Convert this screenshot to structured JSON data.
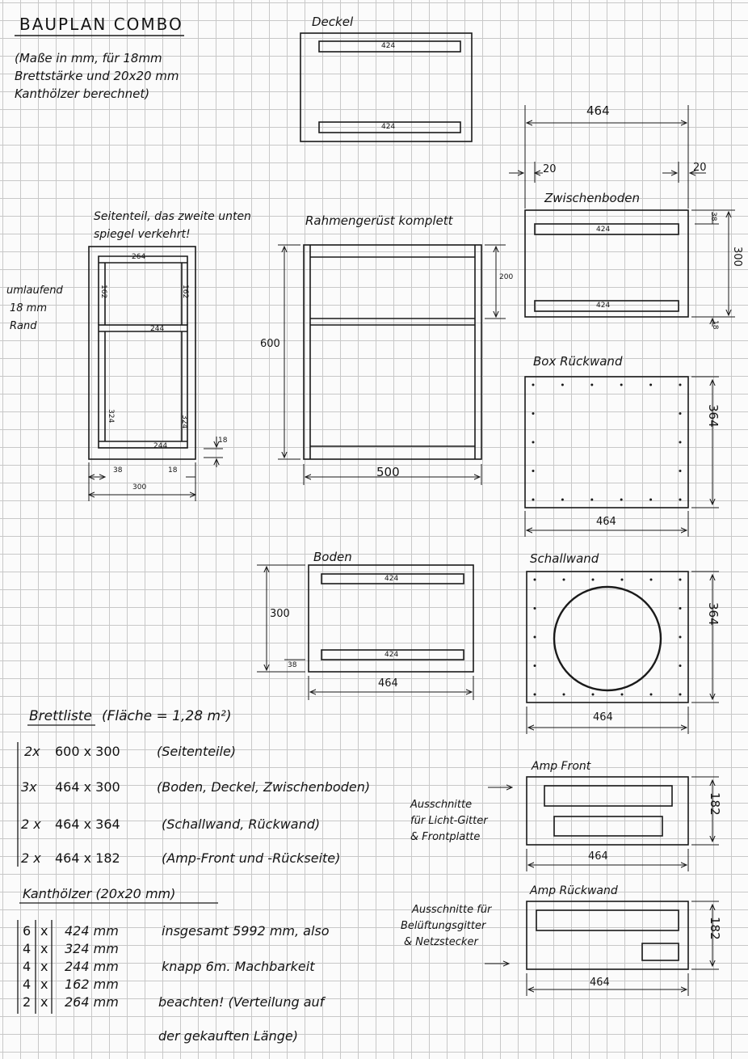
{
  "header": {
    "title": "BAUPLAN COMBO",
    "note": [
      "(Maße in mm, für 18mm",
      "Brettstärke und 20x20 mm",
      "Kanthölzer berechnet)"
    ]
  },
  "deckel": {
    "label": "Deckel",
    "rail_top": "424",
    "rail_bottom": "424"
  },
  "seitenteil": {
    "label": [
      "Seitenteil, das zweite unten",
      "spiegel verkehrt!"
    ],
    "note": [
      "umlaufend",
      "18 mm",
      "Rand"
    ],
    "top": "264",
    "left": "162",
    "right": "162",
    "mid": "244",
    "low_left": "324",
    "low_right": "324",
    "bottom": "244",
    "dim_18_right": "18",
    "dim_38": "38",
    "dim_18_bottom": "18",
    "width": "300"
  },
  "rahmen": {
    "label": "Rahmengerüst komplett",
    "height": "600",
    "upper": "200",
    "width": "500"
  },
  "zwischenboden": {
    "label": "Zwischenboden",
    "width": "464",
    "side_left": "20",
    "side_right": "20",
    "rail_top": "424",
    "rail_bottom": "424",
    "dim_38": "38",
    "height": "300",
    "dim_18": "18"
  },
  "box_rueckwand": {
    "label": "Box Rückwand",
    "height": "364",
    "width": "464"
  },
  "boden": {
    "label": "Boden",
    "rail_top": "424",
    "rail_bottom": "424",
    "height": "300",
    "dim_38": "38",
    "width": "464"
  },
  "schallwand": {
    "label": "Schallwand",
    "height": "364",
    "width": "464"
  },
  "amp_front": {
    "label": "Amp Front",
    "height": "182",
    "width": "464",
    "note": [
      "Ausschnitte",
      "für Licht-Gitter",
      "& Frontplatte"
    ]
  },
  "amp_rueckwand": {
    "label": "Amp Rückwand",
    "height": "182",
    "width": "464",
    "note": [
      "Ausschnitte für",
      "Belüftungsgitter",
      "& Netzstecker"
    ]
  },
  "brettliste": {
    "title": "Brettliste",
    "area": "(Fläche = 1,28 m²)",
    "rows": [
      {
        "qty": "2x",
        "dims": "600 x 300",
        "desc": "(Seitenteile)"
      },
      {
        "qty": "3x",
        "dims": "464 x 300",
        "desc": "(Boden, Deckel, Zwischenboden)"
      },
      {
        "qty": "2 x",
        "dims": "464 x 364",
        "desc": "(Schallwand, Rückwand)"
      },
      {
        "qty": "2 x",
        "dims": "464 x 182",
        "desc": "(Amp-Front und -Rückseite)"
      }
    ]
  },
  "kanthoelzer": {
    "title": "Kanthölzer (20x20 mm)",
    "rows": [
      {
        "qty": "6",
        "x": "x",
        "len": "424 mm"
      },
      {
        "qty": "4",
        "x": "x",
        "len": "324 mm"
      },
      {
        "qty": "4",
        "x": "x",
        "len": "244 mm"
      },
      {
        "qty": "4",
        "x": "x",
        "len": "162 mm"
      },
      {
        "qty": "2",
        "x": "x",
        "len": "264 mm"
      }
    ],
    "note": [
      "insgesamt 5992 mm, also",
      "knapp 6m. Machbarkeit",
      "beachten! (Verteilung auf",
      "der gekauften Länge)"
    ]
  }
}
